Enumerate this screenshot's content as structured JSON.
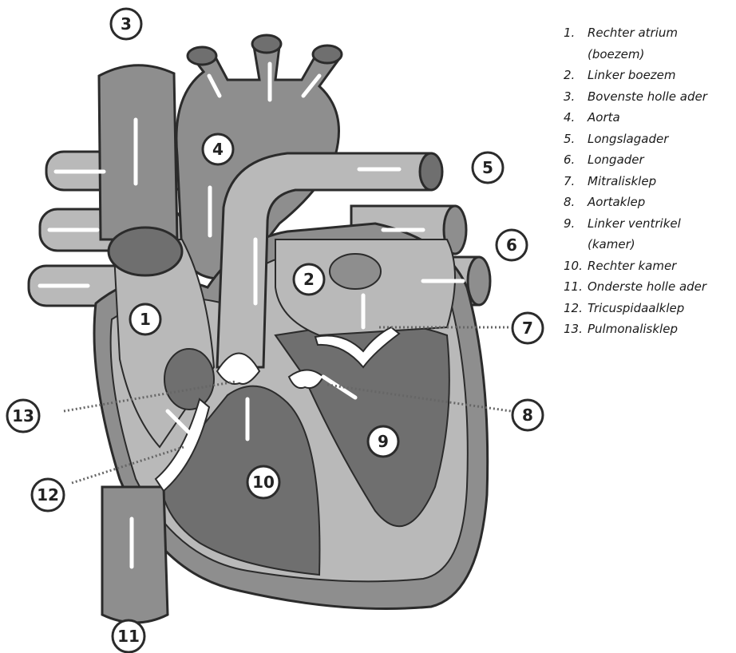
{
  "legend": [
    {
      "num": "1.",
      "lines": [
        "Rechter atrium",
        "(boezem)"
      ]
    },
    {
      "num": "2.",
      "lines": [
        "Linker boezem"
      ]
    },
    {
      "num": "3.",
      "lines": [
        "Bovenste holle ader"
      ]
    },
    {
      "num": "4.",
      "lines": [
        "Aorta"
      ]
    },
    {
      "num": "5.",
      "lines": [
        "Longslagader"
      ]
    },
    {
      "num": "6.",
      "lines": [
        "Longader"
      ]
    },
    {
      "num": "7.",
      "lines": [
        "Mitralisklep"
      ]
    },
    {
      "num": "8.",
      "lines": [
        "Aortaklep"
      ]
    },
    {
      "num": "9.",
      "lines": [
        "Linker ventrikel",
        "(kamer)"
      ]
    },
    {
      "num": "10.",
      "lines": [
        "Rechter kamer"
      ]
    },
    {
      "num": "11.",
      "lines": [
        "Onderste holle ader"
      ]
    },
    {
      "num": "12.",
      "lines": [
        "Tricuspidaalklep"
      ]
    },
    {
      "num": "13.",
      "lines": [
        "Pulmonalisklep"
      ]
    }
  ],
  "badges": [
    "1",
    "2",
    "3",
    "4",
    "5",
    "6",
    "7",
    "8",
    "9",
    "10",
    "11",
    "12",
    "13"
  ],
  "colors": {
    "dark": "#6f6f6f",
    "mid": "#8e8e8e",
    "light": "#b9b9b9",
    "outline": "#2b2b2b"
  }
}
